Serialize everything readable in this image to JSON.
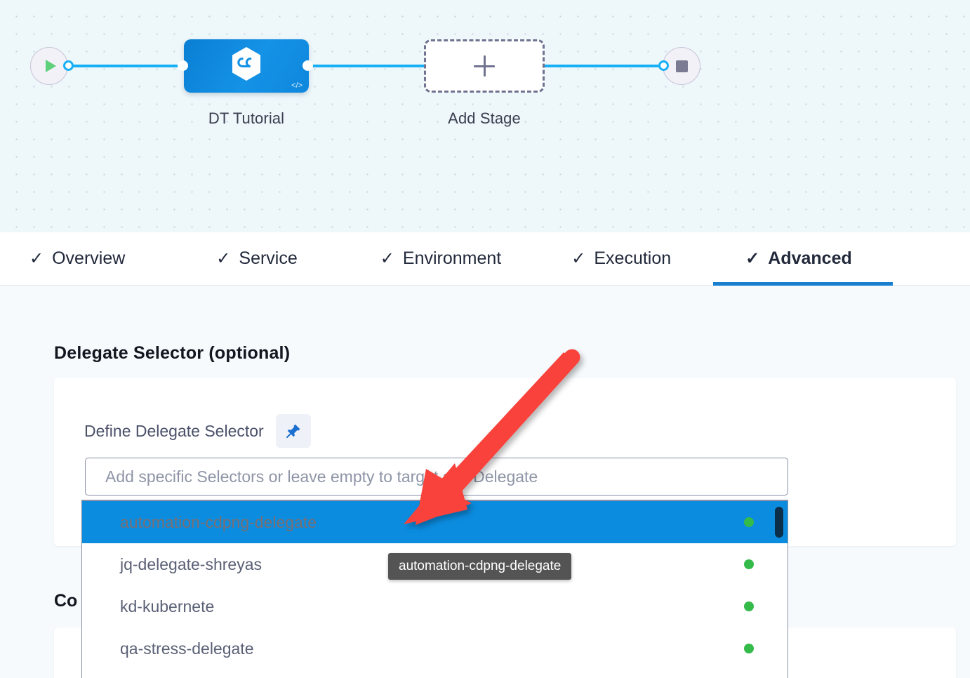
{
  "pipeline": {
    "start_node": {
      "icon": "play-icon",
      "name": "pipeline-start"
    },
    "end_node": {
      "icon": "stop-icon",
      "name": "pipeline-end"
    },
    "stages": [
      {
        "label": "DT Tutorial",
        "icon": "harness-hexagon-icon",
        "badge": "</>"
      },
      {
        "label": "Add Stage",
        "icon": "plus-icon"
      }
    ]
  },
  "tabs": [
    {
      "label": "Overview",
      "check": "✓",
      "active": false
    },
    {
      "label": "Service",
      "check": "✓",
      "active": false
    },
    {
      "label": "Environment",
      "check": "✓",
      "active": false
    },
    {
      "label": "Execution",
      "check": "✓",
      "active": false
    },
    {
      "label": "Advanced",
      "check": "✓",
      "active": true
    }
  ],
  "content": {
    "section_title": "Delegate Selector (optional)",
    "field_label": "Define Delegate Selector",
    "pin_icon": "pushpin-icon",
    "hidden_section_title": "Co",
    "selector": {
      "placeholder": "Add specific Selectors or leave empty to target any Delegate",
      "value": ""
    },
    "dropdown": {
      "options": [
        {
          "label": "automation-cdpng-delegate",
          "status": "connected",
          "selected": true
        },
        {
          "label": "jq-delegate-shreyas",
          "status": "connected",
          "selected": false
        },
        {
          "label": "kd-kubernete",
          "status": "connected",
          "selected": false
        },
        {
          "label": "qa-stress-delegate",
          "status": "connected",
          "selected": false
        }
      ]
    },
    "tooltip": "automation-cdpng-delegate"
  },
  "colors": {
    "accent_blue": "#0b8cdf",
    "tab_underline": "#1b7fd0",
    "node_blue": "#1492e6",
    "edge_blue": "#18b0f5",
    "status_green": "#35bb4a",
    "annotation_red": "#f8423a",
    "tooltip_bg": "#545454",
    "canvas_bg": "#eef8fb",
    "content_bg": "#f6fafd"
  },
  "annotation": {
    "type": "arrow",
    "color": "#f8423a",
    "points_to": "automation-cdpng-delegate"
  }
}
